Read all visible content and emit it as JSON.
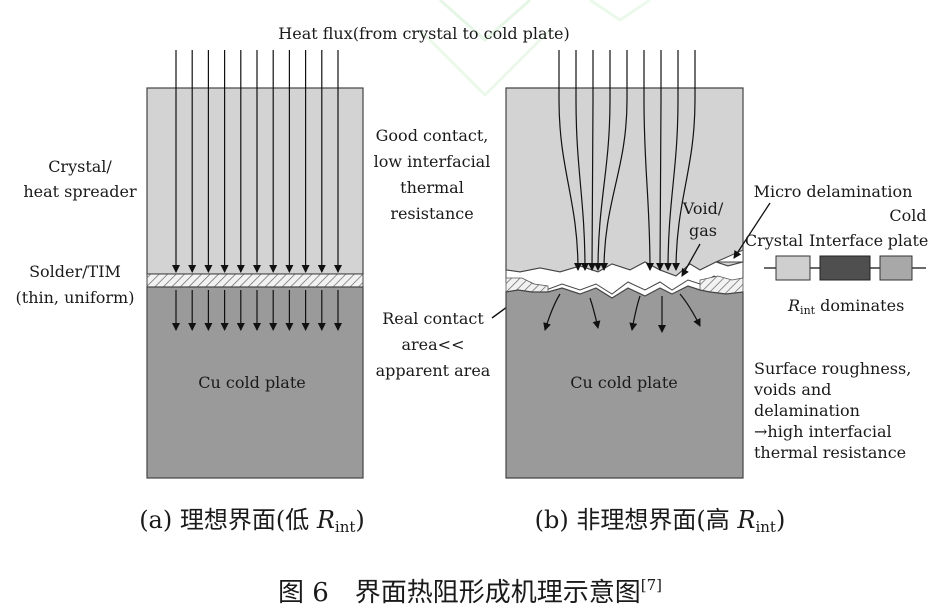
{
  "top": {
    "heat_flux": "Heat flux(from crystal to cold plate)"
  },
  "panel_a": {
    "crystal_label": [
      "Crystal/",
      "heat spreader"
    ],
    "solder_label": [
      "Solder/TIM",
      "(thin, uniform)"
    ],
    "cold_plate": "Cu cold plate",
    "contact_note": [
      "Good contact,",
      "low interfacial",
      "thermal",
      "resistance"
    ],
    "caption_prefix": "(a) 理想界面(低 ",
    "caption_var": "R",
    "caption_sub": "int",
    "caption_suffix": ")"
  },
  "panel_b": {
    "micro_delamination": "Micro delamination",
    "void_gas": [
      "Void/",
      "gas"
    ],
    "real_contact": [
      "Real contact",
      "area<<",
      "apparent area"
    ],
    "cold_plate": "Cu cold plate",
    "roughness_note": [
      "Surface roughness,",
      "voids and",
      "delamination",
      "→high interfacial",
      "thermal resistance"
    ],
    "caption_prefix": "(b) 非理想界面(高 ",
    "caption_var": "R",
    "caption_sub": "int",
    "caption_suffix": ")"
  },
  "legend": {
    "crystal": "Crystal",
    "interface": "Interface",
    "cold_plate": [
      "Cold",
      "plate"
    ],
    "dominates_var": "R",
    "dominates_sub": "int",
    "dominates_text": " dominates"
  },
  "figure": {
    "caption": "图 6　界面热阻形成机理示意图",
    "ref": "[7]"
  },
  "colors": {
    "crystal_fill": "#d3d3d3",
    "plate_fill": "#9a9a9a",
    "interface_dark": "#4f4f4f",
    "legend_light": "#cfcfcf",
    "legend_mid": "#a8a8a8"
  }
}
